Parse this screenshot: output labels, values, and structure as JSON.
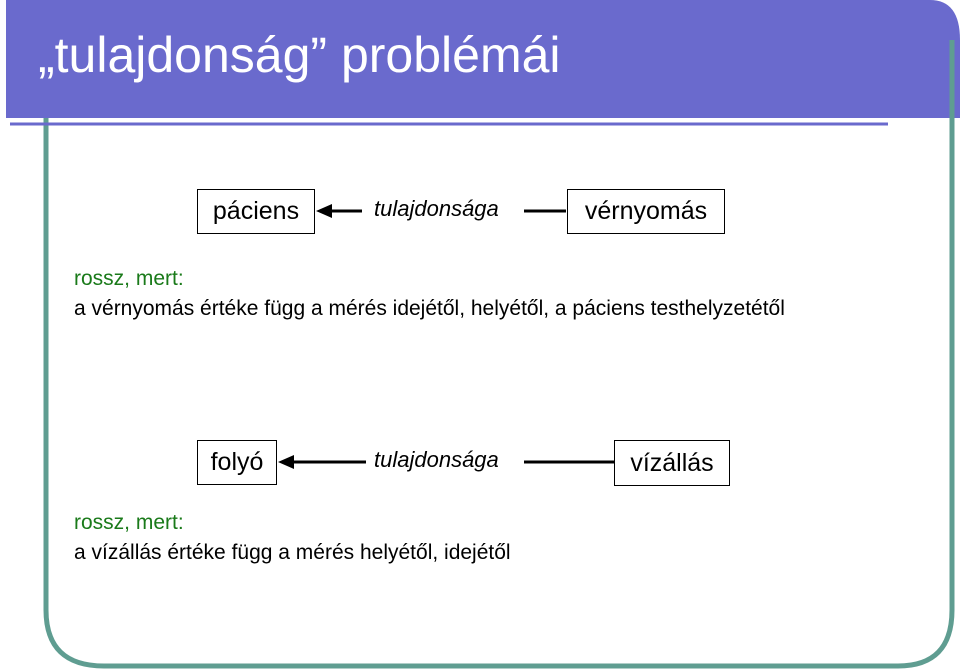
{
  "slide": {
    "title": "„tulajdonság” problémái",
    "colors": {
      "title_band": "#6a6acd",
      "frame_line": "#5f9d91",
      "reason_label": "#1a7a1a"
    }
  },
  "example1": {
    "entity": "páciens",
    "relation": "tulajdonsága",
    "property": "vérnyomás",
    "reason_label": "rossz, mert:",
    "reason_text": "a vérnyomás értéke függ a mérés idejétől, helyétől, a páciens testhelyzetétől"
  },
  "example2": {
    "entity": "folyó",
    "relation": "tulajdonsága",
    "property": "vízállás",
    "reason_label": "rossz, mert:",
    "reason_text": "a vízállás értéke függ a mérés helyétől, idejétől"
  }
}
